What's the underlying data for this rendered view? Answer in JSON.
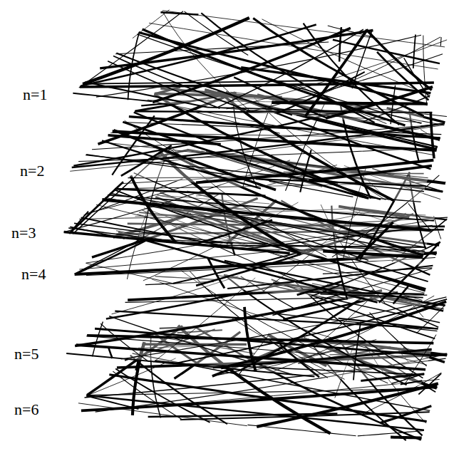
{
  "diagram": {
    "labels": [
      "n=1",
      "n=2",
      "n=3",
      "n=4",
      "n=5",
      "n=6"
    ]
  }
}
